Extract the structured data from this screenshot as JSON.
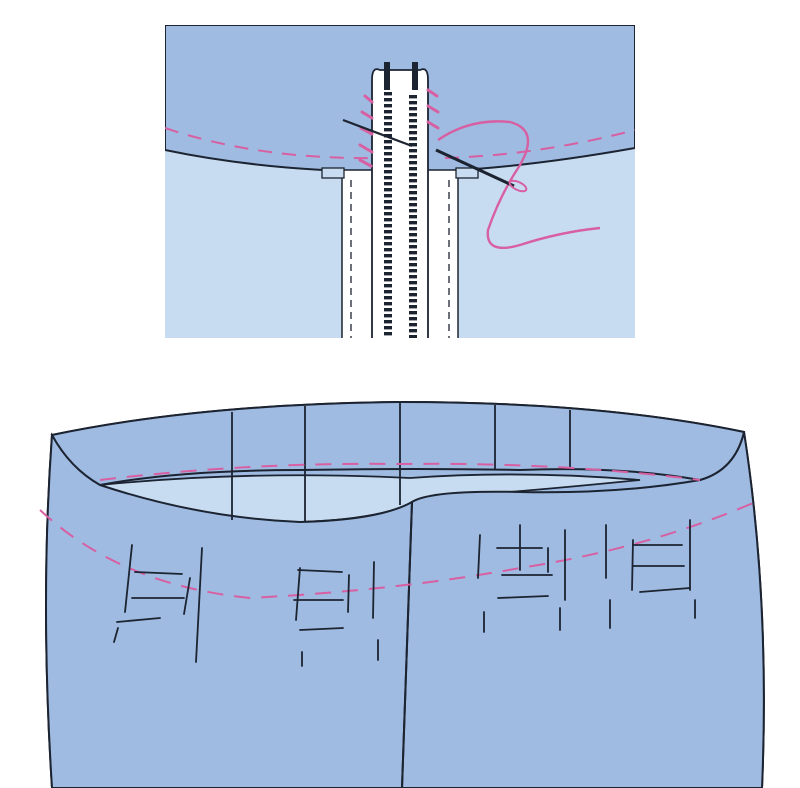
{
  "illustration": {
    "panels": [
      {
        "id": "detail",
        "subject": "zipper-top-hand-finish"
      },
      {
        "id": "garment",
        "subject": "skirt-waistband-with-pleats"
      }
    ],
    "colors": {
      "fabric_main": "#9fbbe1",
      "fabric_lining": "#c8dcf1",
      "outline": "#1c2331",
      "stitch_pink": "#d75fa2",
      "zipper_tape": "#ffffff"
    },
    "icons": [
      "needle-icon",
      "thread-icon",
      "zipper-icon"
    ]
  }
}
